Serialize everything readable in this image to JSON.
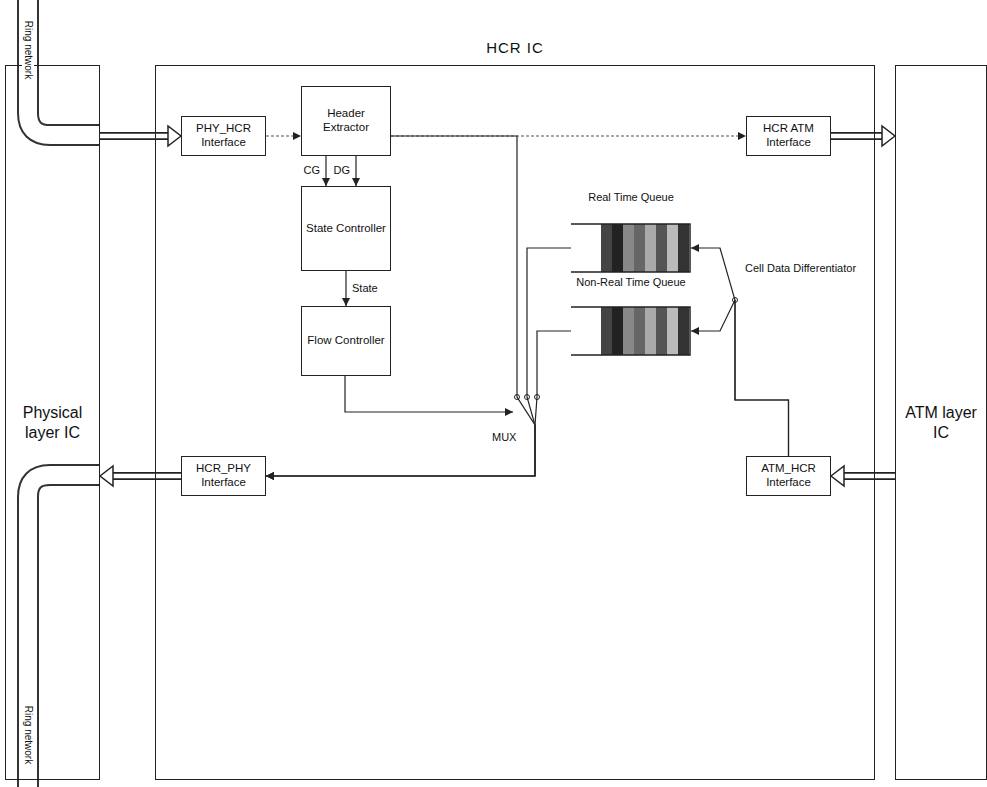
{
  "diagram": {
    "nodes": [
      {
        "text": [
          "Physical layer IC"
        ]
      },
      {
        "text": [
          "HCR IC"
        ]
      },
      {
        "text": [
          "PHY_HCR Interface"
        ],
        "in": 1
      },
      {
        "text": [
          "Header Extractor"
        ],
        "in": 1
      },
      {
        "text": [
          "HCR ATM Interface"
        ],
        "in": 1
      },
      {
        "text": [
          "State Controller"
        ],
        "in": 1
      },
      {
        "text": [
          "Real Time Queue"
        ],
        "in": 1
      },
      {
        "text": [
          "Non-Real Time Queue"
        ],
        "in": 1
      },
      {
        "text": [
          "Flow Controller"
        ],
        "in": 1
      },
      {
        "text": [
          "HCR_PHY Interface"
        ],
        "in": 1
      },
      {
        "text": [
          "ATM_HCR Interface"
        ],
        "in": 1
      },
      {
        "text": [
          "ATM layer IC"
        ]
      }
    ],
    "edges": [
      {
        "from": 0,
        "to": 2,
        "arrow": "to"
      },
      {
        "from": 2,
        "to": 3,
        "arrow": "to"
      },
      {
        "from": 3,
        "to": 4,
        "arrow": "to"
      },
      {
        "from": 3,
        "to": 5,
        "label": "CG",
        "arrow": "to"
      },
      {
        "from": 3,
        "to": 5,
        "label": "DG",
        "arrow": "to"
      },
      {
        "from": 5,
        "to": 8,
        "label": "State",
        "arrow": "to"
      },
      {
        "from": 3,
        "to": 9,
        "arrow": "to"
      },
      {
        "from": 6,
        "to": 9,
        "arrow": "to"
      },
      {
        "from": 7,
        "to": 9,
        "arrow": "to"
      },
      {
        "from": 4,
        "to": 11,
        "arrow": "to"
      },
      {
        "from": 11,
        "to": 10,
        "arrow": "to"
      },
      {
        "from": 10,
        "to": 6,
        "arrow": "to"
      },
      {
        "from": 10,
        "to": 7,
        "arrow": "to"
      },
      {
        "from": 9,
        "to": 0,
        "arrow": "to"
      }
    ],
    "labels": [
      "Ring network",
      "Ring network",
      "MUX",
      "Cell Data Differentiator"
    ]
  }
}
